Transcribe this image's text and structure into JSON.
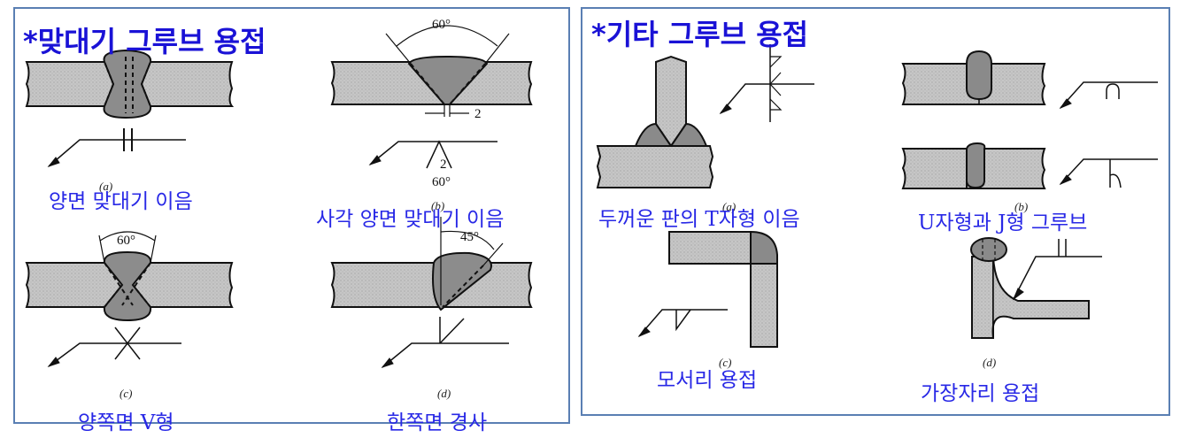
{
  "left_panel": {
    "title": "*맞대기 그루브 용접",
    "figures": [
      {
        "caption": "양면 맞대기 이음",
        "sublabel": "(a)"
      },
      {
        "caption": "사각 양면 맞대기 이음",
        "sublabel": "(b)",
        "dims": [
          "60°",
          "2",
          "2",
          "60°"
        ]
      },
      {
        "caption": "양쪽면 V형",
        "sublabel": "(c)",
        "dims": [
          "60°"
        ]
      },
      {
        "caption": "한쪽면 경사",
        "sublabel": "(d)",
        "dims": [
          "45°"
        ]
      }
    ]
  },
  "right_panel": {
    "title": "*기타 그루브 용접",
    "figures": [
      {
        "caption": "두꺼운 판의 T자형 이음",
        "sublabel": "(a)"
      },
      {
        "caption": "U자형과 J형 그루브",
        "sublabel": "(b)"
      },
      {
        "caption": "모서리 용접",
        "sublabel": "(c)"
      },
      {
        "caption": "가장자리 용접",
        "sublabel": "(d)"
      }
    ]
  },
  "colors": {
    "border": "#5a7fb3",
    "title": "#1a12d6",
    "caption": "#2828e6",
    "plate": "#c8c8c8",
    "weld": "#8a8a8a"
  }
}
